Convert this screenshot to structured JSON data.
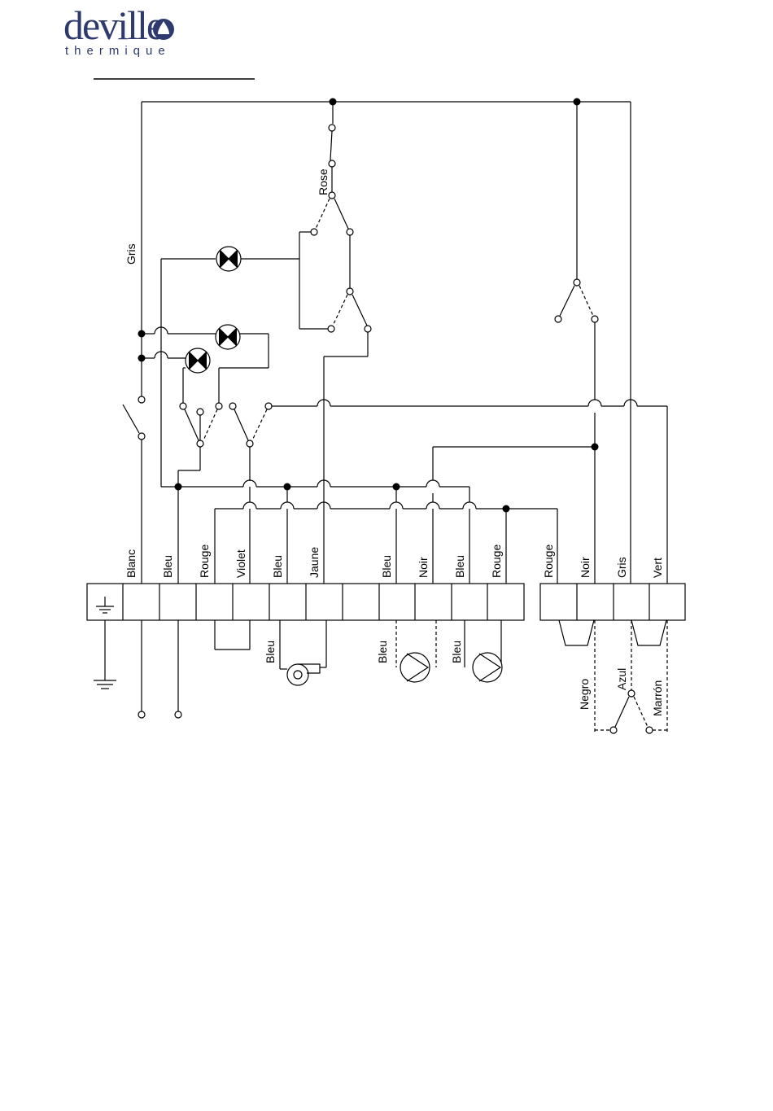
{
  "logo": {
    "brand": "deville",
    "tagline": "thermique",
    "accent_color": "#2e3a6e",
    "icon": "flame-drop-icon"
  },
  "labels": {
    "gris_top": "Gris",
    "rose": "Rose",
    "terminal_left": [
      "Blanc",
      "Bleu",
      "Rouge",
      "Violet",
      "Bleu",
      "Jaune",
      "Bleu",
      "Noir",
      "Bleu",
      "Rouge"
    ],
    "terminal_right": [
      "Rouge",
      "Noir",
      "Gris",
      "Vert"
    ],
    "fan_bleu": "Bleu",
    "pump1_bleu": "Bleu",
    "pump2_bleu": "Bleu",
    "negro": "Negro",
    "azul": "Azul",
    "marron": "Marrón"
  },
  "icons": {
    "ground": "ground-icon",
    "lamp": "indicator-lamp-icon",
    "fan": "fan-motor-icon",
    "pump": "circulator-pump-icon"
  }
}
